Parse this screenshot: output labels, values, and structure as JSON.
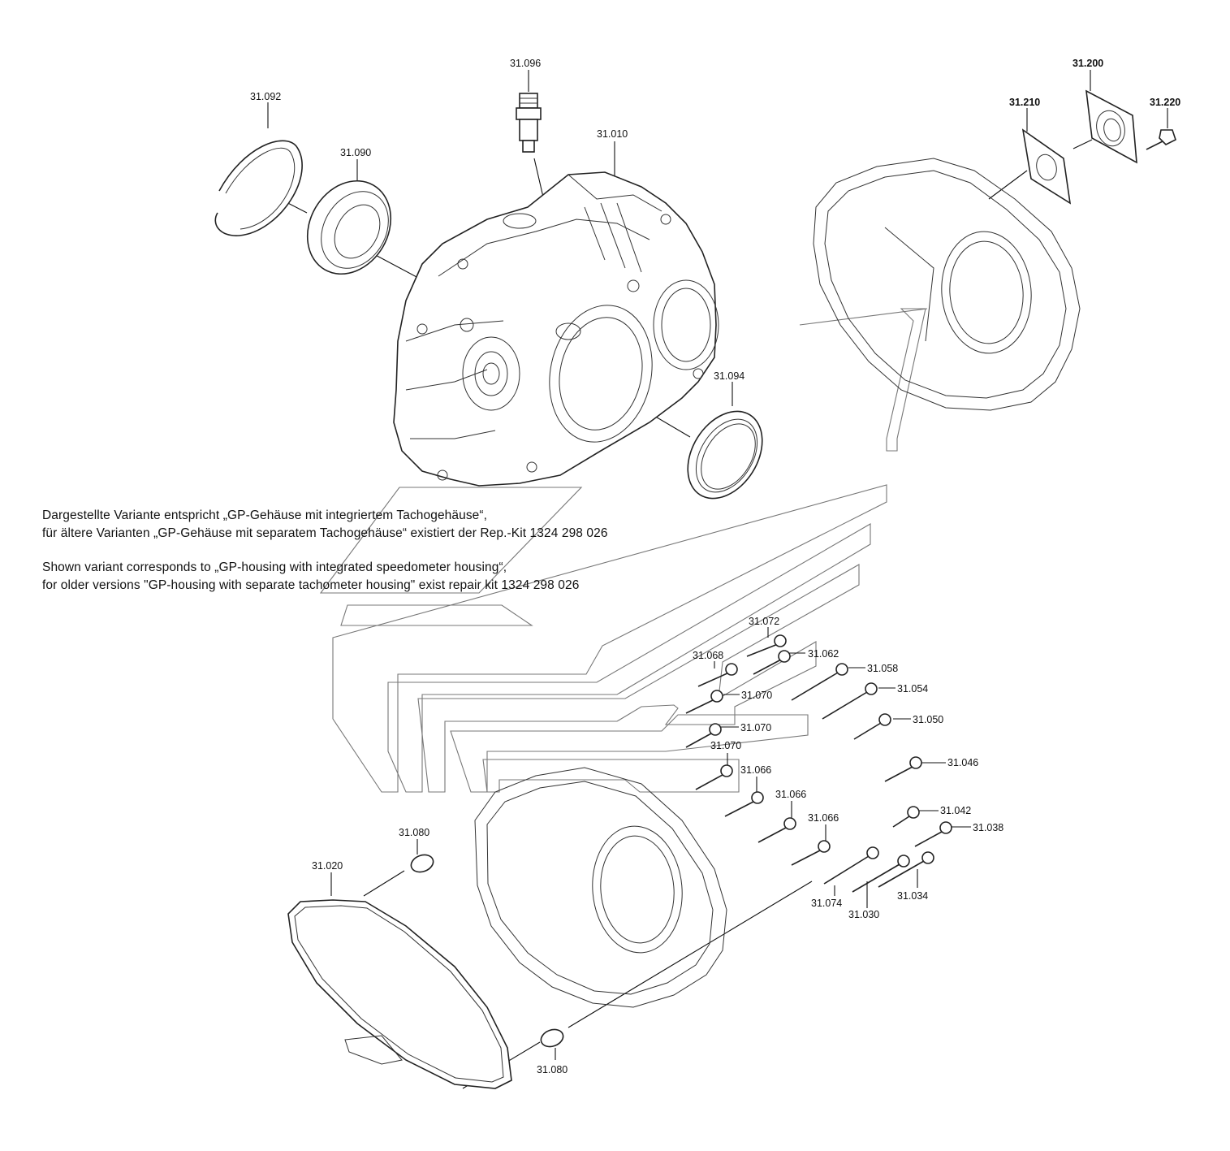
{
  "notes": {
    "de_line1": "Dargestellte Variante entspricht „GP-Gehäuse mit integriertem Tachogehäuse“,",
    "de_line2": "für ältere Varianten „GP-Gehäuse mit separatem Tachogehäuse“ existiert der Rep.-Kit 1324 298 026",
    "en_line1": "Shown variant corresponds to „GP-housing with integrated speedometer housing“,",
    "en_line2": "for older versions \"GP-housing with separate tachometer housing\" exist repair kit 1324 298 026"
  },
  "labels": {
    "p31092": "31.092",
    "p31090": "31.090",
    "p31096": "31.096",
    "p31010": "31.010",
    "p31094": "31.094",
    "p31210": "31.210",
    "p31200": "31.200",
    "p31220": "31.220",
    "p31072": "31.072",
    "p31068": "31.068",
    "p31062": "31.062",
    "p31058": "31.058",
    "p31054": "31.054",
    "p31070a": "31.070",
    "p31050": "31.050",
    "p31070b": "31.070",
    "p31070c": "31.070",
    "p31066a": "31.066",
    "p31046": "31.046",
    "p31066b": "31.066",
    "p31042": "31.042",
    "p31038": "31.038",
    "p31066c": "31.066",
    "p31080a": "31.080",
    "p31020": "31.020",
    "p31074": "31.074",
    "p31034": "31.034",
    "p31030": "31.030",
    "p31080b": "31.080"
  }
}
